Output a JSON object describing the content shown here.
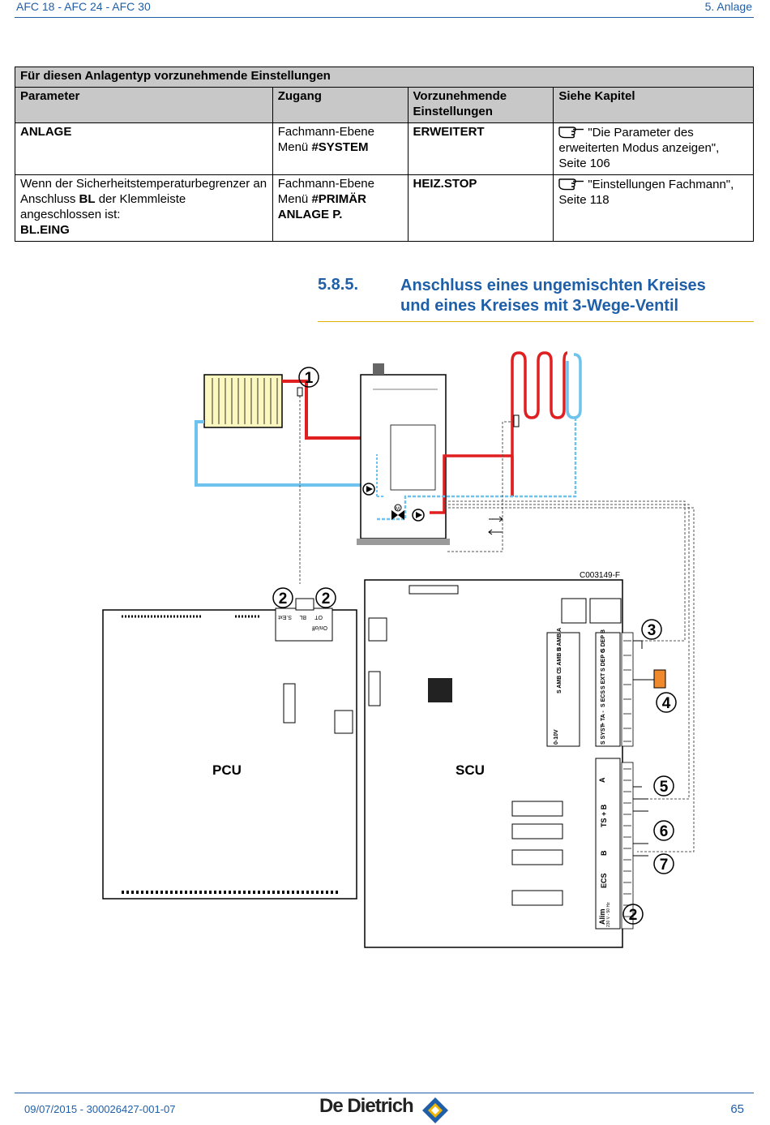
{
  "header": {
    "left": "AFC 18 - AFC 24 - AFC 30",
    "right": "5.  Anlage"
  },
  "table": {
    "caption": "Für diesen Anlagentyp vorzunehmende Einstellungen",
    "headers": [
      "Parameter",
      "Zugang",
      "Vorzunehmende Einstellungen",
      "Siehe Kapitel"
    ],
    "row1": {
      "param": "ANLAGE",
      "access_line1": "Fachmann-Ebene",
      "access_prefix": "Menü ",
      "access_menu": "#SYSTEM",
      "setting": "ERWEITERT",
      "ref": "\"Die Parameter des erweiterten Modus anzeigen\", Seite 106"
    },
    "row2": {
      "param_pre": "Wenn der Sicherheitstemperaturbegrenzer an Anschluss ",
      "param_bold": "BL",
      "param_post": " der Klemmleiste angeschlossen ist:",
      "param_value": "BL.EING",
      "access_line1": "Fachmann-Ebene",
      "access_prefix": "Menü ",
      "access_menu": "#PRIMÄR",
      "access_line3": "ANLAGE P.",
      "setting": "HEIZ.STOP",
      "ref": "\"Einstellungen Fachmann\", Seite 118"
    }
  },
  "section": {
    "number": "5.8.5.",
    "title_line1": "Anschluss eines ungemischten Kreises",
    "title_line2": "und eines Kreises mit 3-Wege-Ventil"
  },
  "diagram": {
    "code": "C003149-F",
    "board_left": "PCU",
    "board_right": "SCU",
    "callouts": [
      "1",
      "2",
      "2",
      "3",
      "4",
      "5",
      "6",
      "7",
      "2"
    ],
    "terminal_labels_pcu": [
      "S.Ext",
      "BL",
      "OT",
      "On/off"
    ],
    "terminal_labels_top": [
      "0-10V",
      "S AMB C",
      "S AMB B",
      "S AMB A",
      "S SYST",
      "+ TA -",
      "S ECS",
      "S EXT",
      "S DEP C",
      "S DEP B"
    ],
    "terminal_labels_right": [
      "A",
      "TS + B",
      "B",
      "ECS",
      "Alim"
    ],
    "alim_voltage": "230 V - 50 Hz",
    "colors": {
      "hot": "#e02020",
      "cold": "#6ec3ee",
      "accent": "#1f5fa8"
    }
  },
  "footer": {
    "left": "09/07/2015 - 300026427-001-07",
    "brand": "De Dietrich",
    "page": "65"
  }
}
